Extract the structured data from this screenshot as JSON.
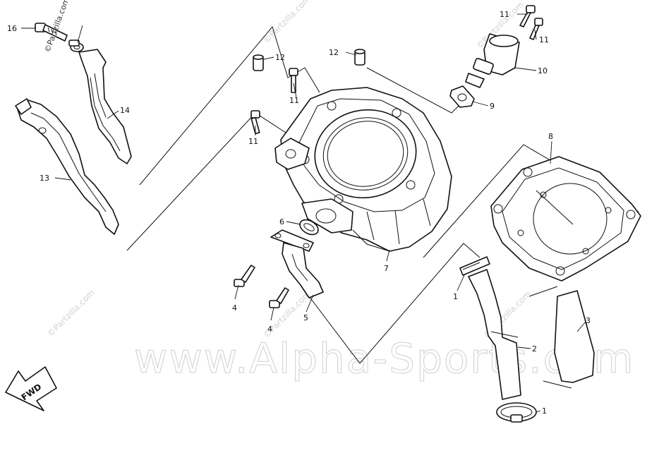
{
  "watermarks": {
    "main": "www.Alpha-Sports.com",
    "small": "©Partzilla.com"
  },
  "fwd_arrow": {
    "label": "FWD"
  },
  "callouts": [
    {
      "id": "c1a",
      "label": "1"
    },
    {
      "id": "c1b",
      "label": "1"
    },
    {
      "id": "c2",
      "label": "2"
    },
    {
      "id": "c3",
      "label": "3"
    },
    {
      "id": "c4a",
      "label": "4"
    },
    {
      "id": "c4b",
      "label": "4"
    },
    {
      "id": "c5",
      "label": "5"
    },
    {
      "id": "c6",
      "label": "6"
    },
    {
      "id": "c7",
      "label": "7"
    },
    {
      "id": "c8",
      "label": "8"
    },
    {
      "id": "c9",
      "label": "9"
    },
    {
      "id": "c10",
      "label": "10"
    },
    {
      "id": "c11a",
      "label": "11"
    },
    {
      "id": "c11b",
      "label": "11"
    },
    {
      "id": "c11c",
      "label": "11"
    },
    {
      "id": "c11d",
      "label": "11"
    },
    {
      "id": "c12a",
      "label": "12"
    },
    {
      "id": "c12b",
      "label": "12"
    },
    {
      "id": "c13",
      "label": "13"
    },
    {
      "id": "c14",
      "label": "14"
    },
    {
      "id": "c16",
      "label": "16"
    }
  ]
}
